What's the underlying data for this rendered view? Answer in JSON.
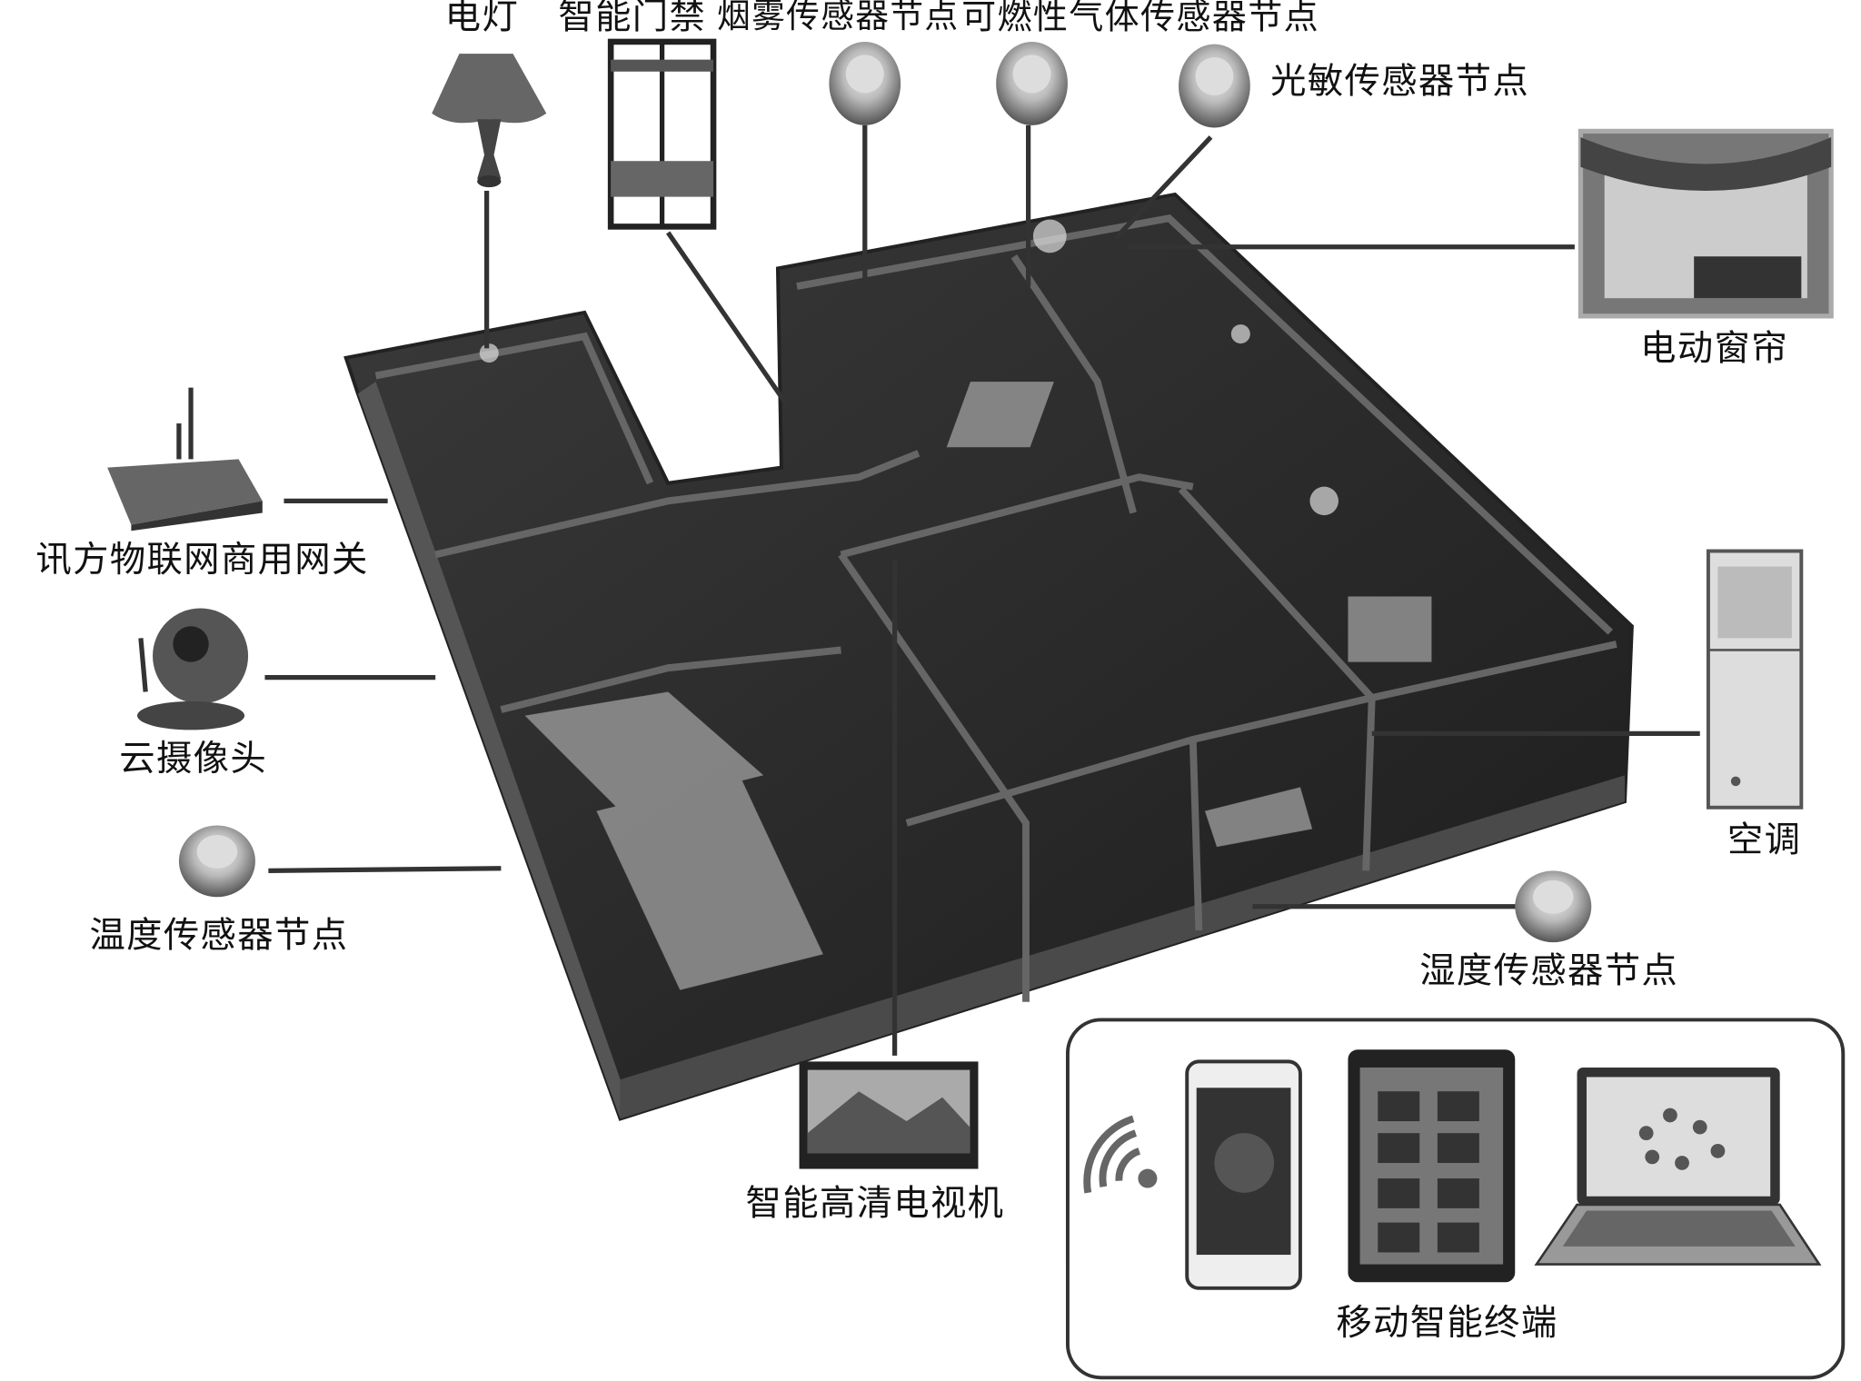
{
  "labels": {
    "lamp": "电灯",
    "door_access": "智能门禁",
    "smoke_sensor": "烟雾传感器节点",
    "gas_sensor": "可燃性气体传感器节点",
    "light_sensor": "光敏传感器节点",
    "curtain": "电动窗帘",
    "gateway": "讯方物联网商用网关",
    "camera": "云摄像头",
    "temp_sensor": "温度传感器节点",
    "air_conditioner": "空调",
    "humidity_sensor": "湿度传感器节点",
    "tv": "智能高清电视机",
    "mobile_terminal": "移动智能终端"
  }
}
